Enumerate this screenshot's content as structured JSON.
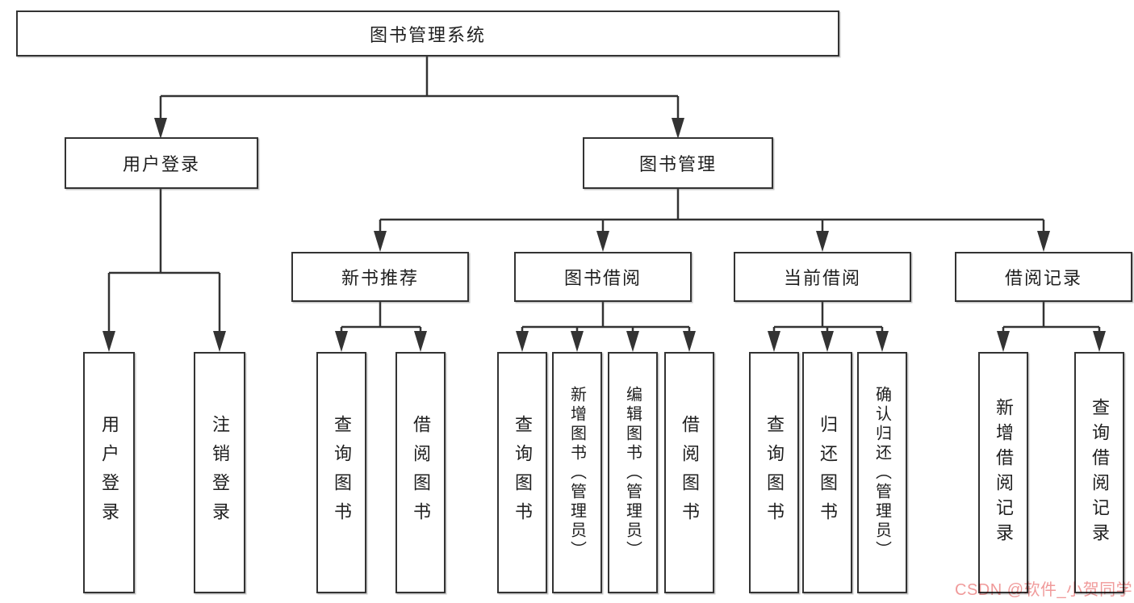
{
  "colors": {
    "line": "#333333",
    "text": "#1f1f1f",
    "box_bg": "#ffffff",
    "page_bg": "#ffffff",
    "watermark": "#f09a9a"
  },
  "watermark": {
    "text": "CSDN @软件_小贺同学"
  },
  "tree": {
    "root": "图书管理系统",
    "branches": [
      {
        "label": "用户登录",
        "children": [
          "用户登录",
          "注销登录"
        ]
      },
      {
        "label": "图书管理",
        "groups": [
          {
            "label": "新书推荐",
            "children": [
              "查询图书",
              "借阅图书"
            ]
          },
          {
            "label": "图书借阅",
            "children": [
              "查询图书",
              "新增图书（管理员）",
              "编辑图书（管理员）",
              "借阅图书"
            ]
          },
          {
            "label": "当前借阅",
            "children": [
              "查询图书",
              "归还图书",
              "确认归还（管理员）"
            ]
          },
          {
            "label": "借阅记录",
            "children": [
              "新增借阅记录",
              "查询借阅记录"
            ]
          }
        ]
      }
    ]
  }
}
